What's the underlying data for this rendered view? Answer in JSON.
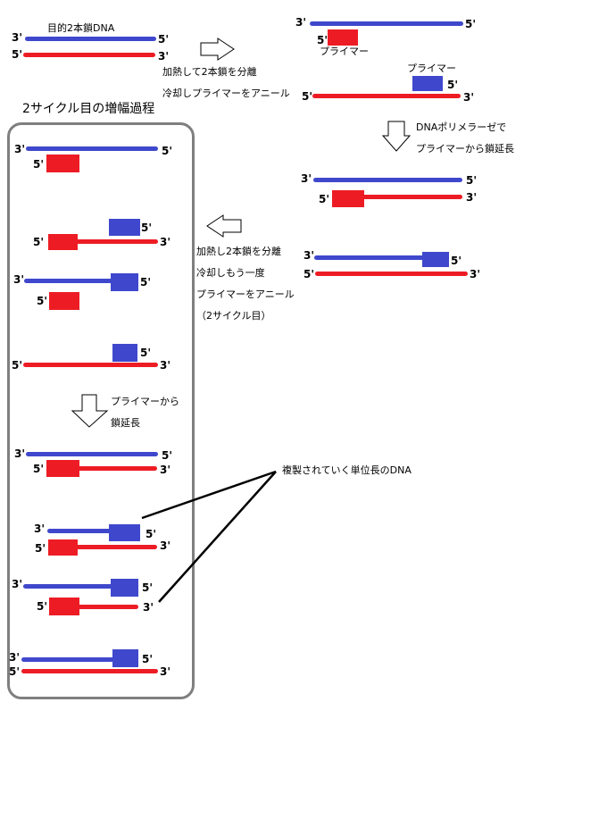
{
  "colors": {
    "template_strand": "#3f48cc",
    "complement_strand": "#ed1c24",
    "box_border": "#7f7f7f",
    "pointer_line": "#000000"
  },
  "labels": {
    "target_dna": "目的2本鎖DNA",
    "step1_line1": "加熱して2本鎖を分離",
    "step1_line2": "冷却しプライマーをアニール",
    "primer_label_a": "プライマー",
    "primer_label_b": "プライマー",
    "step2_line1": "DNAポリメラーゼで",
    "step2_line2": "プライマーから鎖延長",
    "step3_line1": "加熱し2本鎖を分離",
    "step3_line2": "冷却しもう一度",
    "step3_line3": "プライマーをアニール",
    "step3_line4": "（2サイクル目）",
    "cycle2_title": "2サイクル目の増幅過程",
    "cycle2_step_line1": "プライマーから",
    "cycle2_step_line2": "鎖延長",
    "unit_length_note": "複製されていく単位長のDNA"
  },
  "ends": {
    "three": "3'",
    "five": "5'"
  }
}
